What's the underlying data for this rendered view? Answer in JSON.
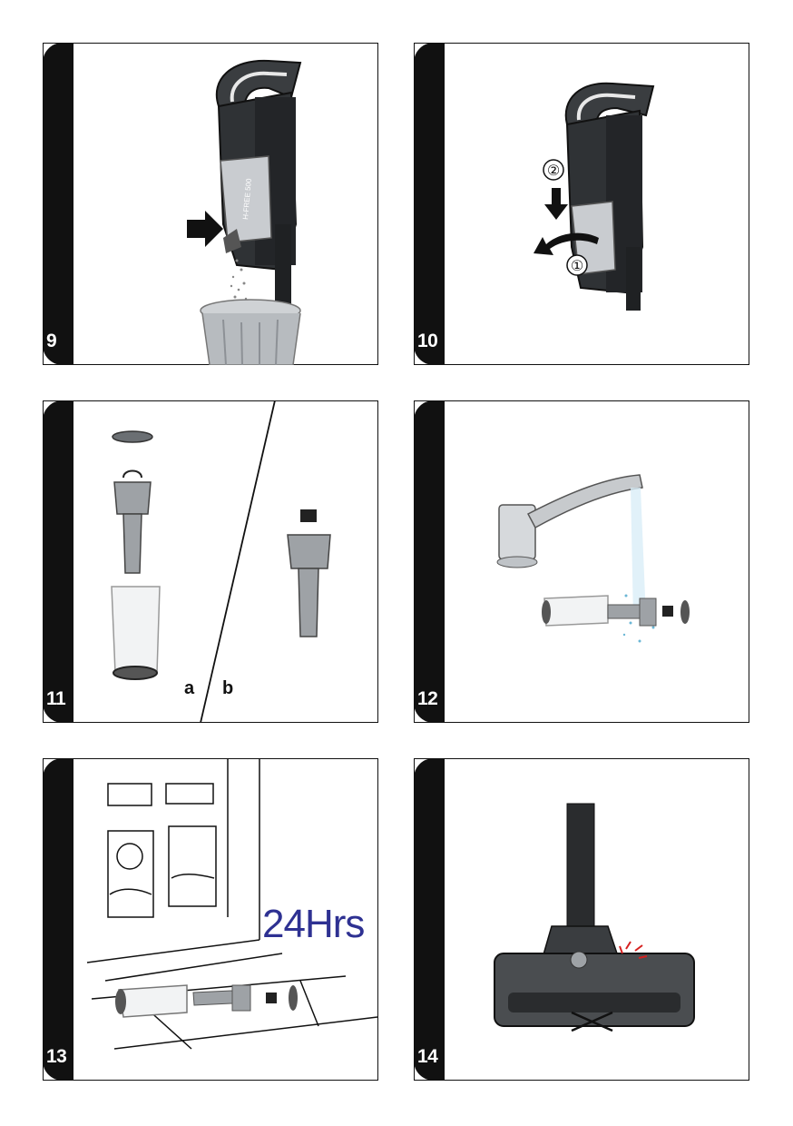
{
  "steps": [
    {
      "number": "9"
    },
    {
      "number": "10",
      "markers": [
        "②",
        "①"
      ]
    },
    {
      "number": "11",
      "labels": [
        "a",
        "b"
      ]
    },
    {
      "number": "12"
    },
    {
      "number": "13",
      "duration": "24Hrs"
    },
    {
      "number": "14"
    }
  ],
  "device_label": "H-FREE 500",
  "colors": {
    "ink": "#111111",
    "accent_text": "#2e3192",
    "warning_red": "#d6201f"
  }
}
